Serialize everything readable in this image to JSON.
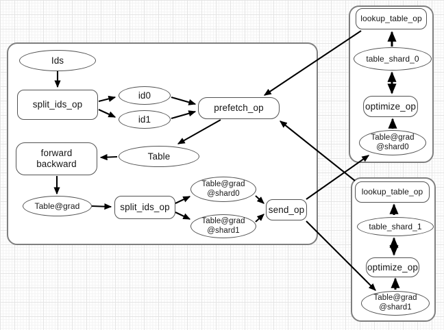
{
  "colors": {
    "background": "#ffffff",
    "grid_minor": "#f3f3f3",
    "grid_major": "#e4e4e4",
    "edge": "#000000",
    "node_border": "#515151",
    "container_border": "#7e7e7e",
    "node_fill": "#ffffff",
    "text": "#141414"
  },
  "diagram": {
    "trainer": {
      "nodes": {
        "ids": "Ids",
        "split_ids_fwd": "split_ids_op",
        "id0": "id0",
        "id1": "id1",
        "prefetch": "prefetch_op",
        "forward_backward": "forward\nbackward",
        "table": "Table",
        "table_grad": "Table@grad",
        "split_ids_grad": "split_ids_op",
        "grad_shard0": "Table@grad\n@shard0",
        "grad_shard1": "Table@grad\n@shard1",
        "send": "send_op"
      }
    },
    "pserver0": {
      "nodes": {
        "lookup": "lookup_table_op",
        "shard": "table_shard_0",
        "optimize": "optimize_op",
        "grad": "Table@grad\n@shard0"
      }
    },
    "pserver1": {
      "nodes": {
        "lookup": "lookup_table_op",
        "shard": "table_shard_1",
        "optimize": "optimize_op",
        "grad": "Table@grad\n@shard1"
      }
    },
    "edges": [
      {
        "from": "Ids",
        "to": "split_ids_op"
      },
      {
        "from": "split_ids_op",
        "to": "id0"
      },
      {
        "from": "split_ids_op",
        "to": "id1"
      },
      {
        "from": "id0",
        "to": "prefetch_op"
      },
      {
        "from": "id1",
        "to": "prefetch_op"
      },
      {
        "from": "prefetch_op",
        "to": "Table"
      },
      {
        "from": "Table",
        "to": "forward backward"
      },
      {
        "from": "forward backward",
        "to": "Table@grad"
      },
      {
        "from": "Table@grad",
        "to": "split_ids_op (grad)"
      },
      {
        "from": "split_ids_op (grad)",
        "to": "Table@grad@shard0"
      },
      {
        "from": "split_ids_op (grad)",
        "to": "Table@grad@shard1"
      },
      {
        "from": "Table@grad@shard0",
        "to": "send_op"
      },
      {
        "from": "Table@grad@shard1",
        "to": "send_op"
      },
      {
        "from": "send_op",
        "to": "pserver0 Table@grad@shard0"
      },
      {
        "from": "send_op",
        "to": "pserver1 Table@grad@shard1"
      },
      {
        "from": "pserver0 lookup_table_op",
        "to": "prefetch_op"
      },
      {
        "from": "pserver1 lookup_table_op",
        "to": "prefetch_op"
      },
      {
        "from": "pserver0 table_shard_0",
        "to": "pserver0 lookup_table_op"
      },
      {
        "from": "pserver0 table_shard_0",
        "to": "pserver0 optimize_op",
        "bidirectional": true
      },
      {
        "from": "pserver0 Table@grad@shard0",
        "to": "pserver0 optimize_op"
      },
      {
        "from": "pserver1 table_shard_1",
        "to": "pserver1 lookup_table_op"
      },
      {
        "from": "pserver1 table_shard_1",
        "to": "pserver1 optimize_op",
        "bidirectional": true
      },
      {
        "from": "pserver1 Table@grad@shard1",
        "to": "pserver1 optimize_op"
      }
    ]
  }
}
